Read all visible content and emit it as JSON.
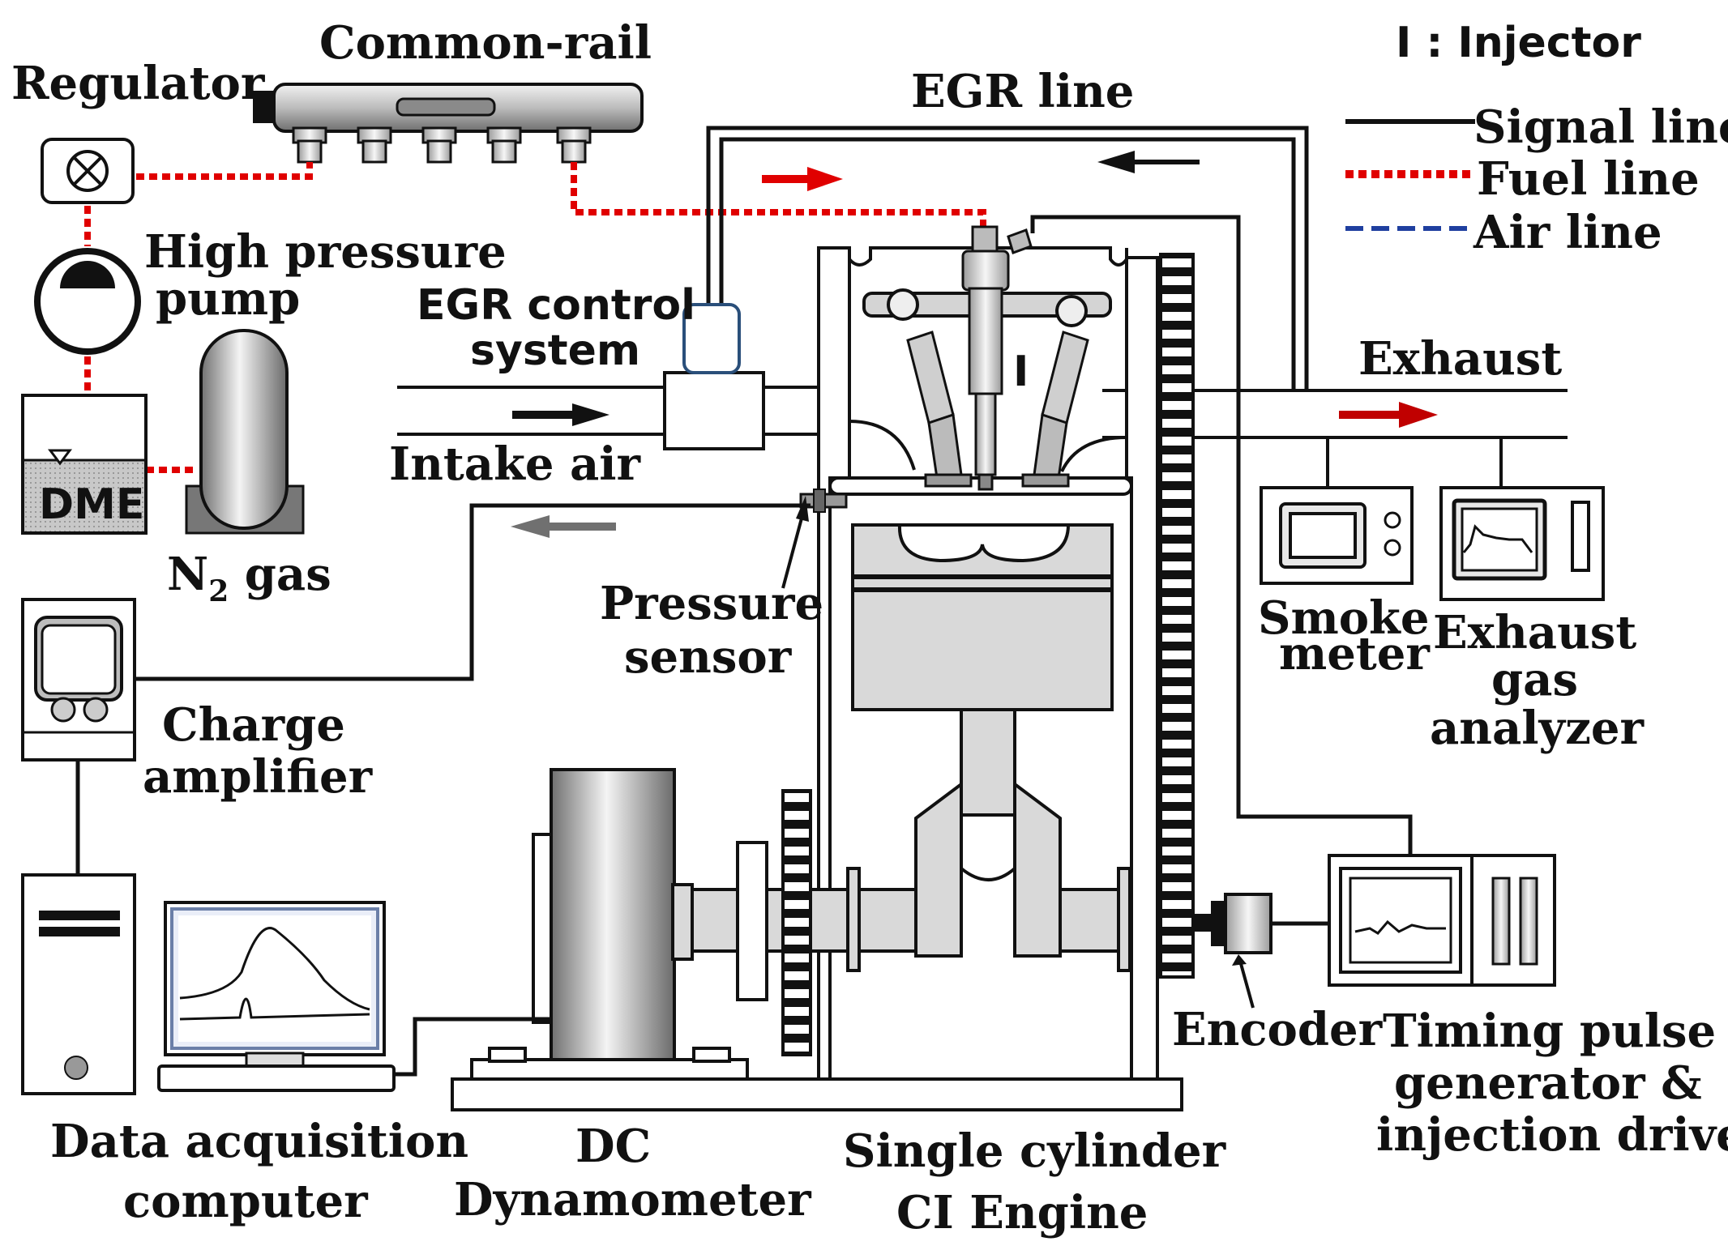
{
  "labels": {
    "regulator": "Regulator",
    "common_rail": "Common-rail",
    "high_pressure_pump_1": "High pressure",
    "high_pressure_pump_2": "pump",
    "dme": "DME",
    "n2_gas": "N",
    "n2_sub": "2",
    "n2_suffix": " gas",
    "egr_control_1": "EGR control",
    "egr_control_2": "system",
    "intake_air": "Intake air",
    "egr_line": "EGR line",
    "injector_legend": "I : Injector",
    "signal_line": "Signal line",
    "fuel_line": "Fuel line",
    "air_line": "Air line",
    "exhaust": "Exhaust",
    "injector_mark": "I",
    "pressure_sensor_1": "Pressure",
    "pressure_sensor_2": "sensor",
    "charge_amplifier_1": "Charge",
    "charge_amplifier_2": "amplifier",
    "smoke_meter_1": "Smoke",
    "smoke_meter_2": "meter",
    "exhaust_gas_analyzer_1": "Exhaust",
    "exhaust_gas_analyzer_2": "gas",
    "exhaust_gas_analyzer_3": "analyzer",
    "data_acquisition_1": "Data acquisition",
    "data_acquisition_2": "computer",
    "dc_dynamometer_1": "DC",
    "dc_dynamometer_2": "Dynamometer",
    "engine_1": "Single cylinder",
    "engine_2": "CI Engine",
    "encoder": "Encoder",
    "timing_1": "Timing pulse",
    "timing_2": "generator &",
    "timing_3": "injection driver"
  },
  "colors": {
    "signal_line": "#000000",
    "fuel_line": "#e00000",
    "air_line": "#1f3f9f",
    "intake_arrow": "#000000",
    "exhaust_arrow": "#c00000",
    "signal_return_arrow": "#707070"
  }
}
